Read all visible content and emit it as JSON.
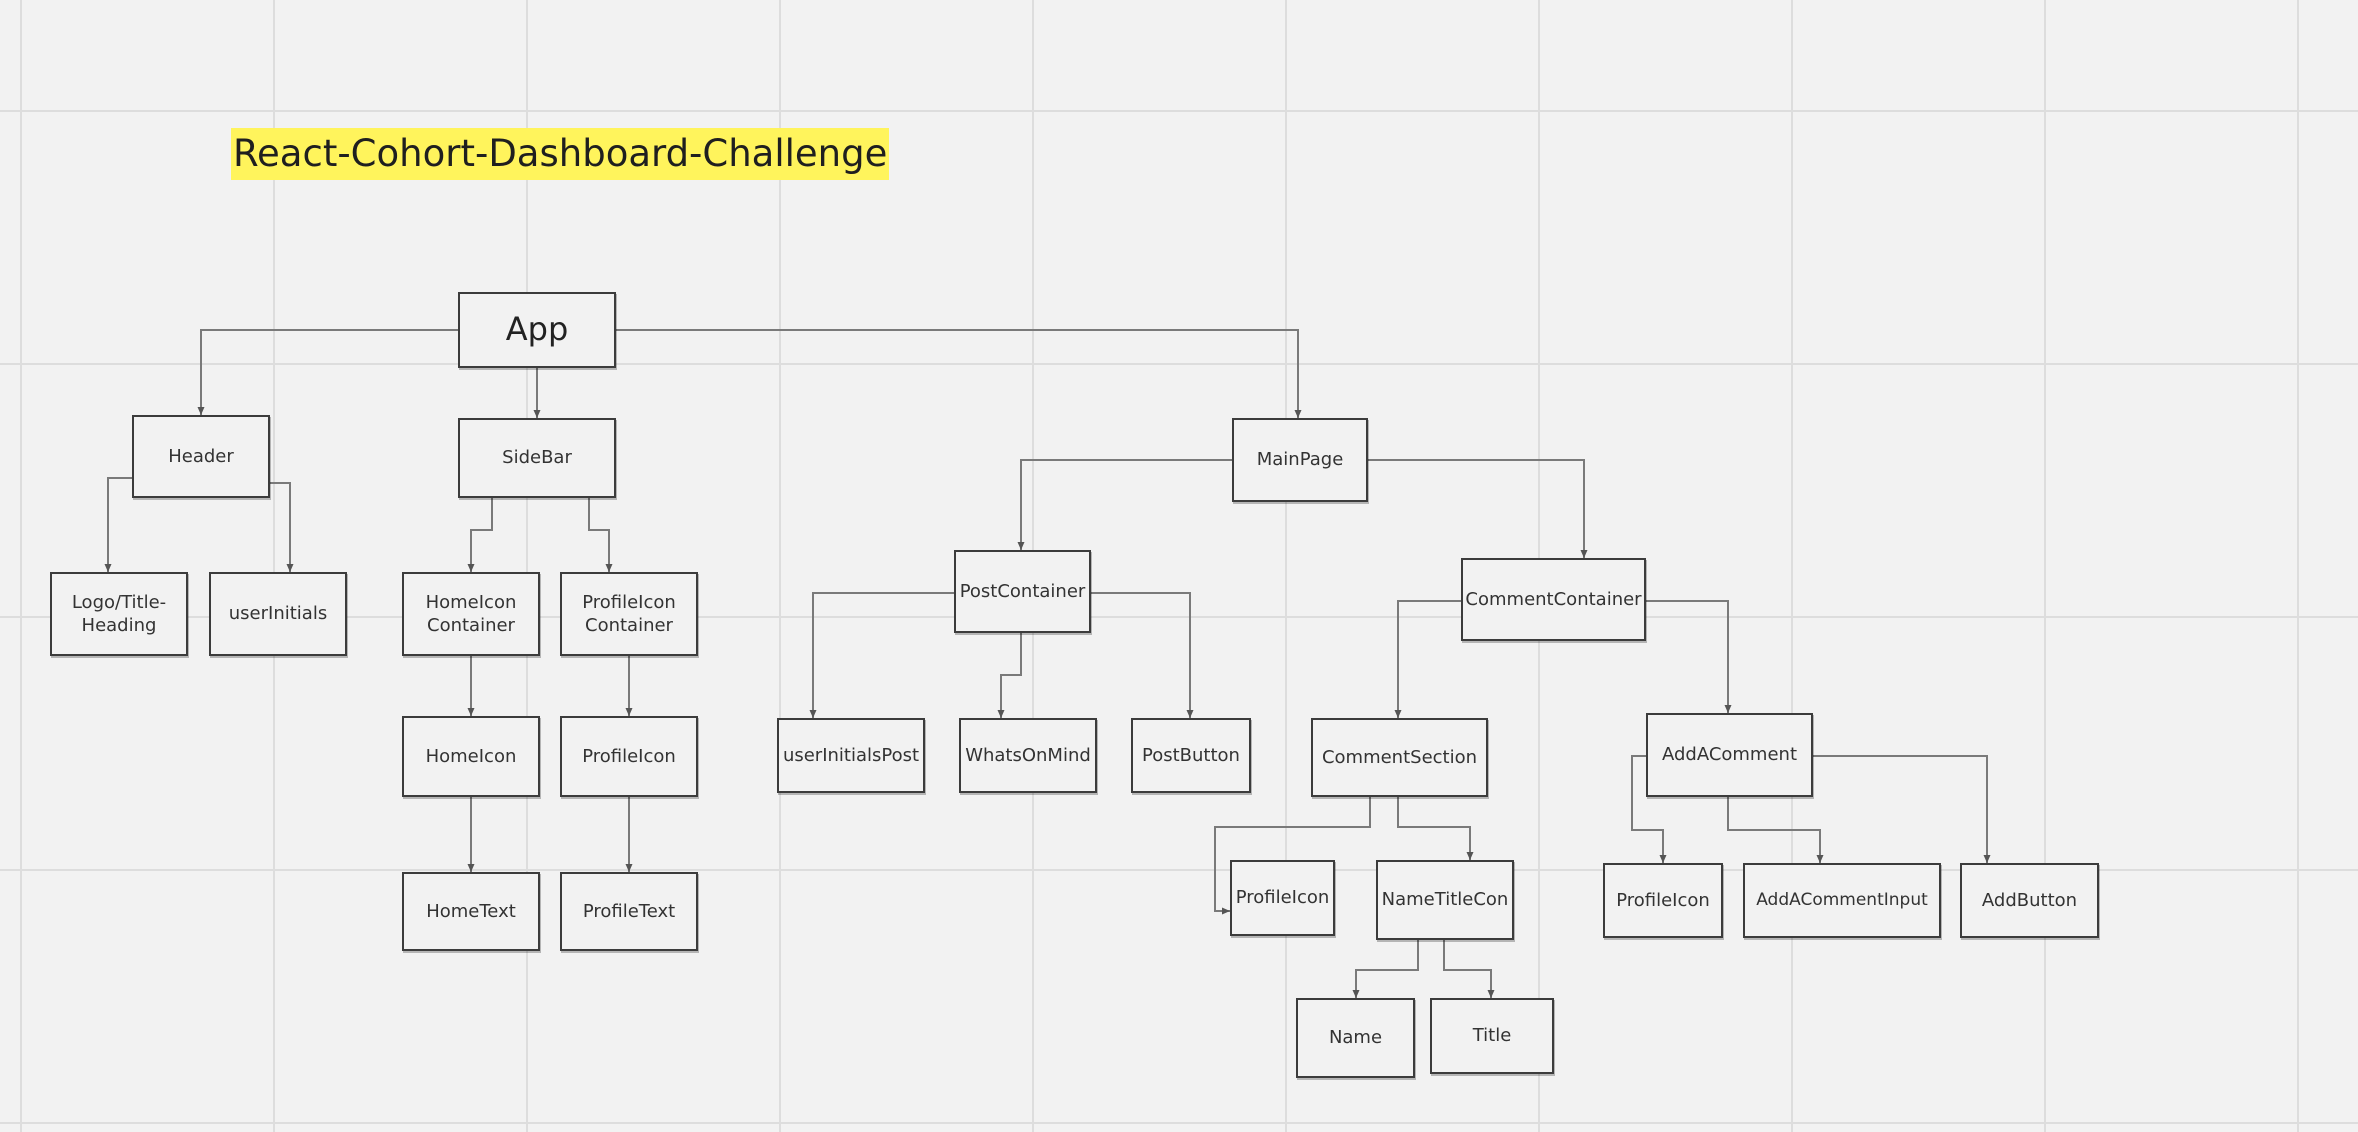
{
  "diagram": {
    "title": "React-Cohort-Dashboard-Challenge",
    "nodes": {
      "app": "App",
      "header": "Header",
      "logo_title_heading": "Logo/Title-\nHeading",
      "user_initials": "userInitials",
      "sidebar": "SideBar",
      "home_icon_container": "HomeIcon\nContainer",
      "profile_icon_container": "ProfileIcon\nContainer",
      "home_icon": "HomeIcon",
      "profile_icon": "ProfileIcon",
      "home_text": "HomeText",
      "profile_text": "ProfileText",
      "main_page": "MainPage",
      "post_container": "PostContainer",
      "user_initials_post": "userInitialsPost",
      "whats_on_mind": "WhatsOnMind",
      "post_button": "PostButton",
      "comment_container": "CommentContainer",
      "comment_section": "CommentSection",
      "comment_profile_icon": "ProfileIcon",
      "name_title_con": "NameTitleCon",
      "name": "Name",
      "title": "Title",
      "add_a_comment": "AddAComment",
      "add_profile_icon": "ProfileIcon",
      "add_a_comment_input": "AddACommentInput",
      "add_button": "AddButton"
    }
  }
}
